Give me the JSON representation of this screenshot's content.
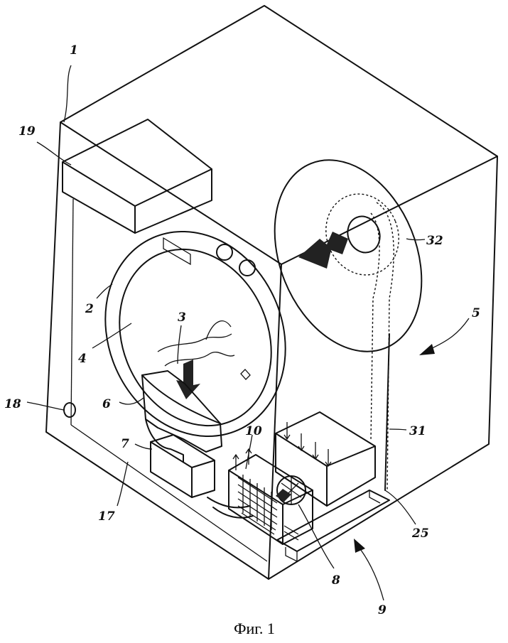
{
  "figure": {
    "caption": "Фиг. 1",
    "labels": [
      {
        "id": "l1",
        "text": "1"
      },
      {
        "id": "l19",
        "text": "19"
      },
      {
        "id": "l2",
        "text": "2"
      },
      {
        "id": "l3",
        "text": "3"
      },
      {
        "id": "l4",
        "text": "4"
      },
      {
        "id": "l6",
        "text": "6"
      },
      {
        "id": "l7",
        "text": "7"
      },
      {
        "id": "l17",
        "text": "17"
      },
      {
        "id": "l18",
        "text": "18"
      },
      {
        "id": "l10",
        "text": "10"
      },
      {
        "id": "l8",
        "text": "8"
      },
      {
        "id": "l9",
        "text": "9"
      },
      {
        "id": "l25",
        "text": "25"
      },
      {
        "id": "l31",
        "text": "31"
      },
      {
        "id": "l5",
        "text": "5"
      },
      {
        "id": "l32",
        "text": "32"
      }
    ]
  }
}
